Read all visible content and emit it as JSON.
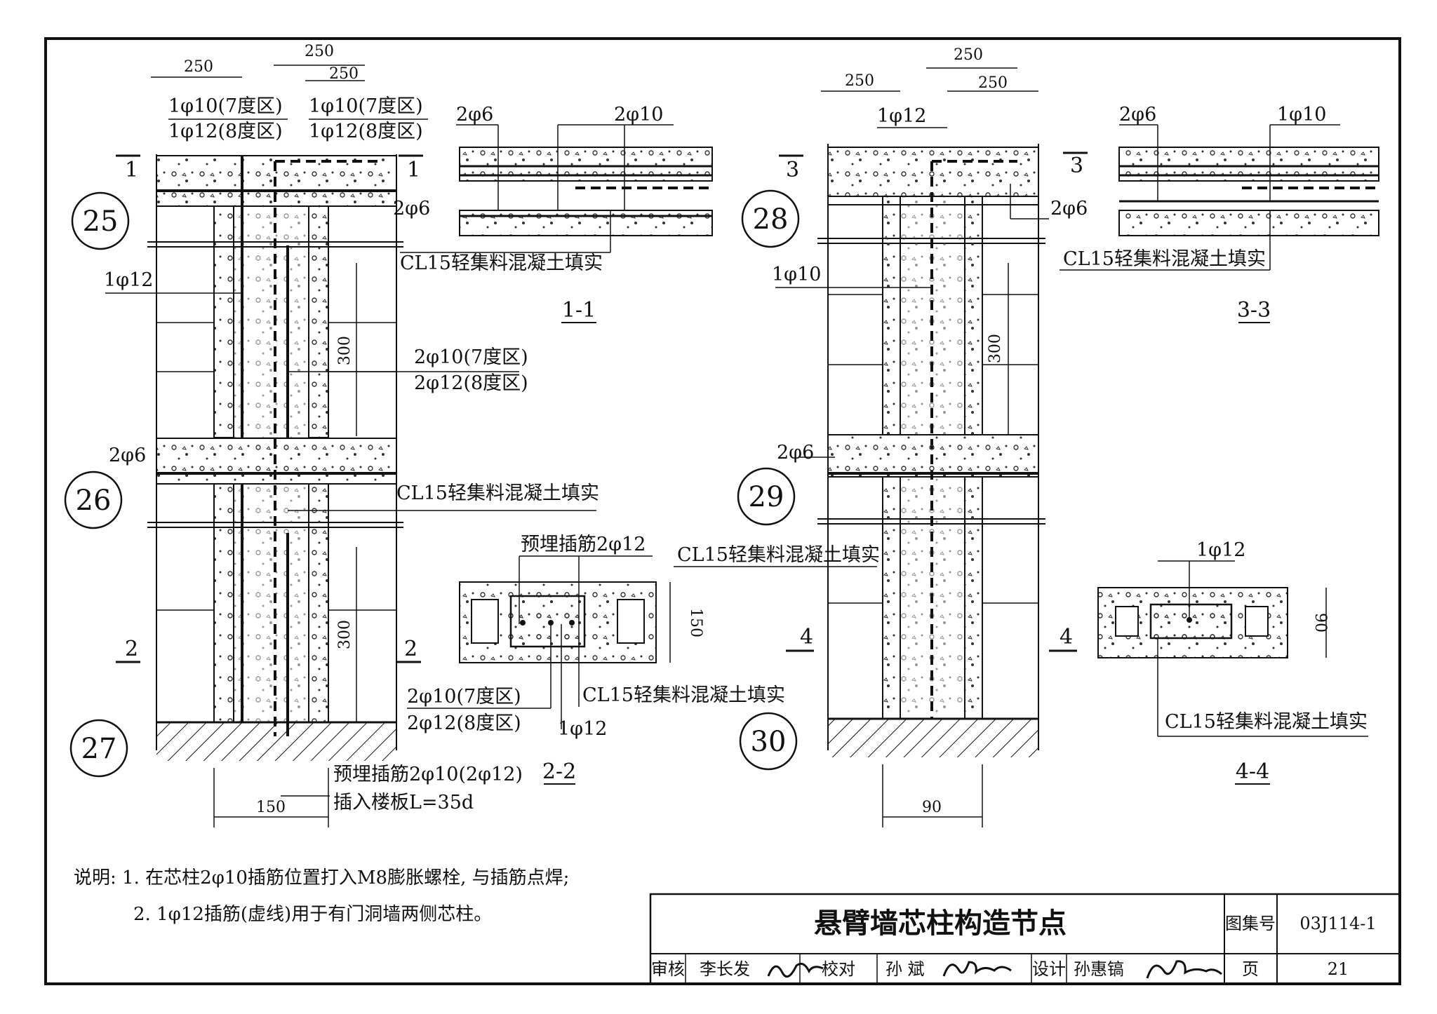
{
  "drawing": {
    "title": "悬臂墙芯柱构造节点",
    "atlas_label": "图集号",
    "atlas_no": "03J114-1",
    "page_label": "页",
    "page_no": "21",
    "review_label": "审核",
    "reviewer": "李长发",
    "check_label": "校对",
    "checker": "孙 斌",
    "design_label": "设计",
    "designer": "孙惠镐"
  },
  "left": {
    "dim_250a": "250",
    "dim_250b": "250",
    "dim_250c": "250",
    "rebar_top_l1": "1φ10(7度区)",
    "rebar_top_l2": "1φ12(8度区)",
    "rebar_top_r1": "1φ10(7度区)",
    "rebar_top_r2": "1φ12(8度区)",
    "sec1_l": "1",
    "sec1_r": "1",
    "node_25": "25",
    "node_26": "26",
    "node_27": "27",
    "label_2phi6_a": "2φ6",
    "label_1phi12": "1φ12",
    "label_2phi6_b": "2φ6",
    "dim_300a": "300",
    "dim_300b": "300",
    "rebar_mid_1": "2φ10(7度区)",
    "rebar_mid_2": "2φ12(8度区)",
    "cl15_a": "CL15轻集料混凝土填实",
    "sec2_l": "2",
    "sec2_r": "2",
    "embed_1": "预埋插筋2φ10(2φ12)",
    "embed_2": "插入楼板L=35d",
    "dim_150": "150"
  },
  "section_1_1": {
    "r1": "2φ6",
    "r2": "2φ10",
    "cl15": "CL15轻集料混凝土填实",
    "name": "1-1"
  },
  "section_2_2": {
    "embed": "预埋插筋2φ12",
    "dim_150": "150",
    "r1": "2φ10(7度区)",
    "r2": "2φ12(8度区)",
    "r3": "1φ12",
    "cl15": "CL15轻集料混凝土填实",
    "name": "2-2"
  },
  "right": {
    "dim_250a": "250",
    "dim_250b": "250",
    "dim_250c": "250",
    "rebar_top": "1φ12",
    "sec3_l": "3",
    "sec3_r": "3",
    "node_28": "28",
    "node_29": "29",
    "node_30": "30",
    "label_2phi6_a": "2φ6",
    "label_1phi10": "1φ10",
    "label_2phi6_b": "2φ6",
    "dim_300": "300",
    "cl15": "CL15轻集料混凝土填实",
    "sec4_l": "4",
    "sec4_r": "4",
    "dim_90": "90"
  },
  "section_3_3": {
    "r1": "2φ6",
    "r2": "1φ10",
    "cl15": "CL15轻集料混凝土填实",
    "name": "3-3"
  },
  "section_4_4": {
    "r1": "1φ12",
    "dim_90": "90",
    "cl15": "CL15轻集料混凝土填实",
    "name": "4-4"
  },
  "notes": {
    "line1": "说明: 1. 在芯柱2φ10插筋位置打入M8膨胀螺栓, 与插筋点焊;",
    "line2": "2. 1φ12插筋(虚线)用于有门洞墙两侧芯柱。"
  }
}
